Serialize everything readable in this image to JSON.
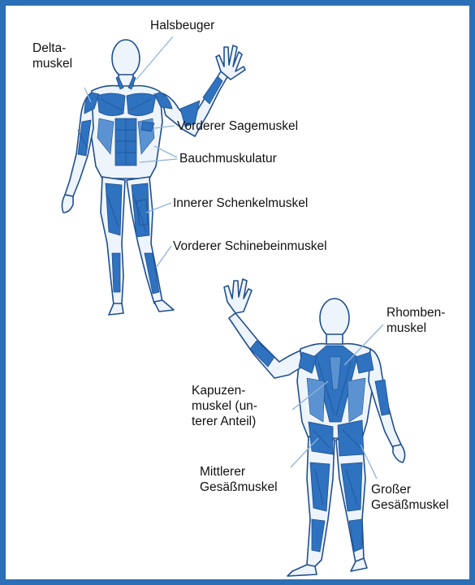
{
  "colors": {
    "frame_border": "#2b6fb6",
    "muscle_fill": "#2e72c0",
    "outline": "#1f4f8f",
    "leader_line": "#8fb3da",
    "text": "#111111"
  },
  "front_figure": {
    "labels": {
      "halsbeuger": [
        "Halsbeuger"
      ],
      "deltamuskel": [
        "Delta-",
        "muskel"
      ],
      "vorderer_sagemuskel": [
        "Vorderer Sagemuskel"
      ],
      "bauchmuskulatur": [
        "Bauchmuskulatur"
      ],
      "innerer_schenkelmuskel": [
        "Innerer Schenkelmuskel"
      ],
      "vorderer_schienbeinmuskel": [
        "Vorderer Schinebeinmuskel"
      ]
    }
  },
  "back_figure": {
    "labels": {
      "rhombenmuskel": [
        "Rhomben-",
        "muskel"
      ],
      "kapuzenmuskel": [
        "Kapuzen-",
        "muskel (un-",
        "terer Anteil)"
      ],
      "mittlerer_gesaessmuskel": [
        "Mittlerer",
        "Gesäßmuskel"
      ],
      "grosser_gesaessmuskel": [
        "Großer",
        "Gesäßmuskel"
      ]
    }
  }
}
